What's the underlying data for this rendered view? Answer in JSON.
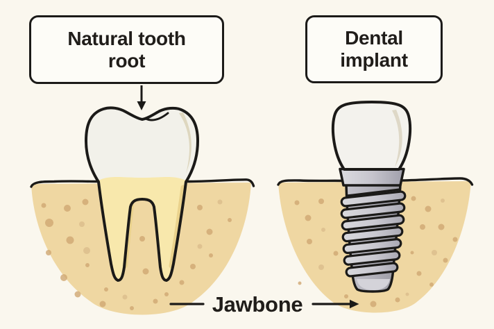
{
  "callouts": {
    "natural_tooth": {
      "lines": [
        "Natural tooth",
        "root"
      ]
    },
    "dental_implant": {
      "lines": [
        "Dental",
        "implant"
      ]
    },
    "jawbone": {
      "label": "Jawbone"
    }
  },
  "icons": {
    "callout_pointer": "down-arrow",
    "jawbone_leader_left": "plain-line",
    "jawbone_leader_right": "right-arrow"
  },
  "colors": {
    "background": "#faf7ee",
    "outline": "#1b1a18",
    "label_box_bg": "#fdfcf7",
    "text": "#201d1a",
    "jawbone": "#efd7a2",
    "bone_speckle": "#d0a873",
    "tooth_crown": "#f2f1ea",
    "tooth_root": "#f8e8ac",
    "root_shade": "#ead28c",
    "crown_shade": "#dcd4ba",
    "implant_metal": "#c6c5cd",
    "implant_metal_dark": "#97969f"
  }
}
